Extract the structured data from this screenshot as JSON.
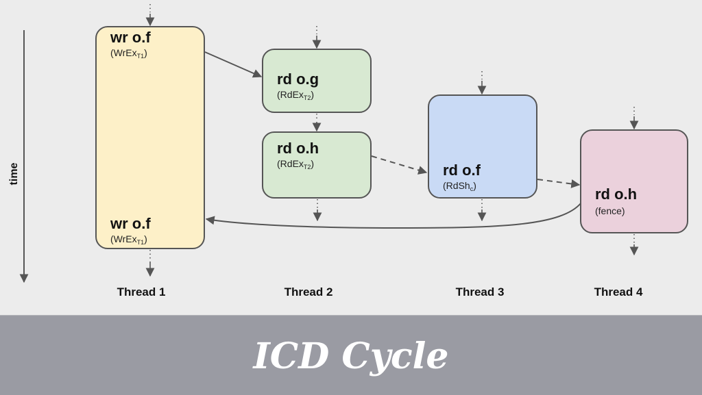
{
  "axis": {
    "label": "time"
  },
  "boxes": {
    "t1_top_write": {
      "op": "wr o.f",
      "tag_main": "WrEx",
      "tag_sub": "T1"
    },
    "t1_bottom_write": {
      "op": "wr o.f",
      "tag_main": "WrEx",
      "tag_sub": "T1"
    },
    "t2_read_g": {
      "op": "rd o.g",
      "tag_main": "RdEx",
      "tag_sub": "T2"
    },
    "t2_read_h": {
      "op": "rd o.h",
      "tag_main": "RdEx",
      "tag_sub": "T2"
    },
    "t3_read_f": {
      "op": "rd o.f",
      "tag_main": "RdSh",
      "tag_sub": "c"
    },
    "t4_read_h": {
      "op": "rd o.h",
      "tag_main": "fence",
      "tag_sub": ""
    }
  },
  "threads": [
    "Thread 1",
    "Thread 2",
    "Thread 3",
    "Thread 4"
  ],
  "title": "ICD Cycle",
  "colors": {
    "thread1_fill": "#fdf0c8",
    "thread2_fill": "#d8e9d2",
    "thread3_fill": "#c9daf5",
    "thread4_fill": "#ebd1dc",
    "stroke": "#555555",
    "footer": "#9a9ba3"
  }
}
